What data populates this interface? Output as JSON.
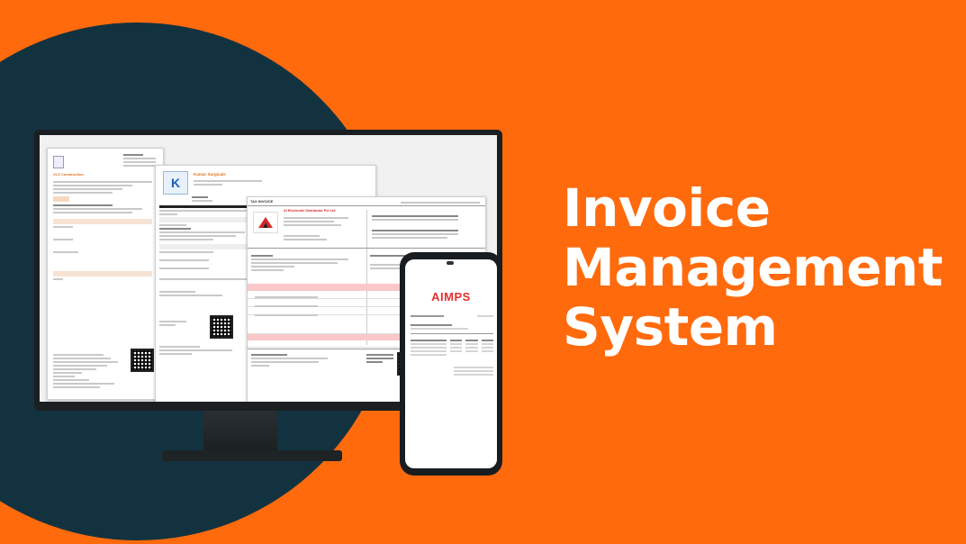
{
  "hero": {
    "headline_line1": "Invoice",
    "headline_line2": "Management",
    "headline_line3": "System"
  },
  "phone_app": {
    "title": "AIMPS"
  },
  "documents": {
    "doc1_company": "VLS Construction",
    "doc2_company": "Kumar Surgicals",
    "doc3_header": "TAX INVOICE",
    "doc3_company": "AI Electronic Distributor Pvt Ltd"
  },
  "colors": {
    "background": "#ff6a0d",
    "circle": "#13323f",
    "headline": "#ffffff",
    "app_title": "#e53030"
  }
}
